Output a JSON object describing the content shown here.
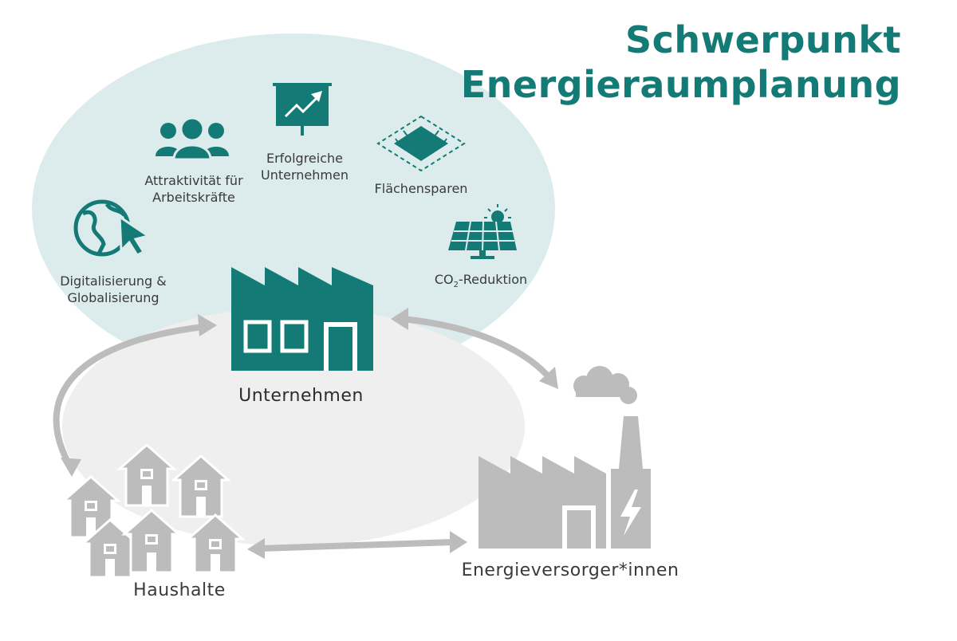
{
  "title": {
    "line1": "Schwerpunkt",
    "line2": "Energieraumplanung"
  },
  "benefits": {
    "digital_line1": "Digitalisierung &",
    "digital_line2": "Globalisierung",
    "attract_line1": "Attraktivität für",
    "attract_line2": "Arbeitskräfte",
    "success_line1": "Erfolgreiche",
    "success_line2": "Unternehmen",
    "land": "Flächensparen",
    "co2_prefix": "CO",
    "co2_sub": "2",
    "co2_suffix": "-Reduktion"
  },
  "actors": {
    "companies": "Unternehmen",
    "households": "Haushalte",
    "suppliers": "Energieversorger*innen"
  },
  "colors": {
    "teal": "#137a76",
    "teal_light": "#dcecec",
    "grey": "#bcbcbc",
    "grey_bg": "#efefef"
  }
}
